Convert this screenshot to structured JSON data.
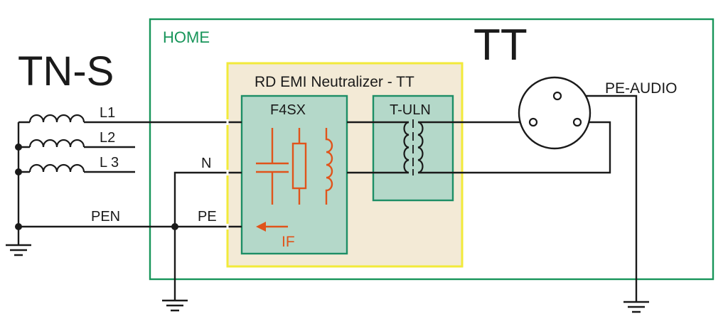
{
  "labels": {
    "system_left": "TN-S",
    "system_right": "TT",
    "home": "HOME",
    "neutralizer": "RD EMI Neutralizer - TT",
    "filter": "F4SX",
    "transformer": "T-ULN",
    "l1": "L1",
    "l2": "L2",
    "l3": "L 3",
    "n": "N",
    "pen": "PEN",
    "pe": "PE",
    "if": "IF",
    "pe_audio": "PE-AUDIO"
  },
  "colors": {
    "home_border": "#18955a",
    "home_text": "#18955a",
    "neutralizer_fill": "#f3ead6",
    "neutralizer_border": "#f2ea3a",
    "module_fill": "#b4d8c9",
    "module_border": "#1d8e66",
    "accent": "#e0541b",
    "wire": "#1a1a1a"
  },
  "icons": [
    "inductor-icon",
    "capacitor-icon",
    "resistor-icon",
    "transformer-icon",
    "outlet-icon",
    "ground-icon",
    "arrow-icon"
  ]
}
